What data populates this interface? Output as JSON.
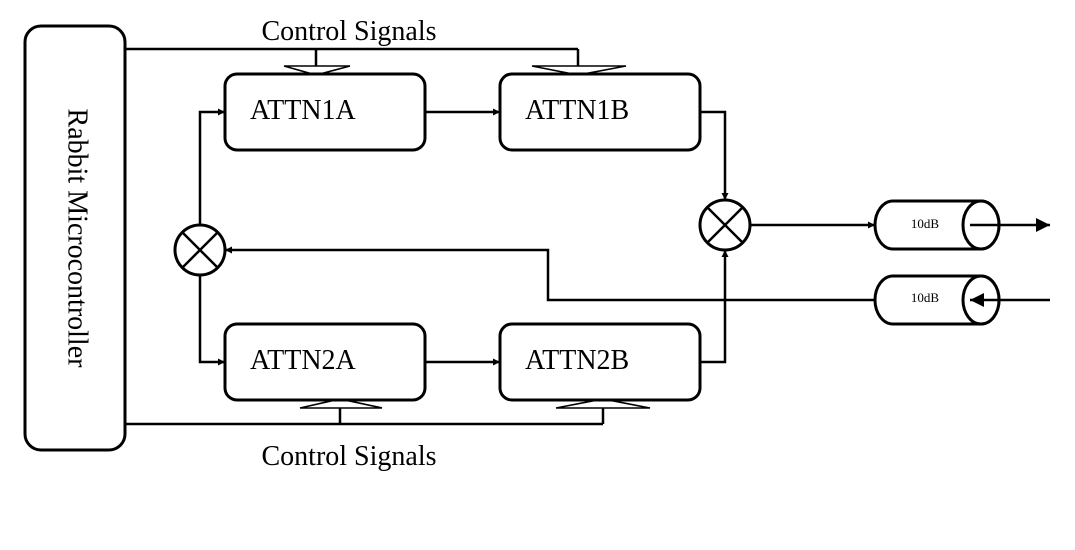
{
  "controller": {
    "label": "Rabbit Microcontroller"
  },
  "blocks": {
    "attn1a": "ATTN1A",
    "attn1b": "ATTN1B",
    "attn2a": "ATTN2A",
    "attn2b": "ATTN2B"
  },
  "control_top": "Control Signals",
  "control_bottom": "Control Signals",
  "attenuators": {
    "output": "10dB",
    "input": "10dB"
  }
}
